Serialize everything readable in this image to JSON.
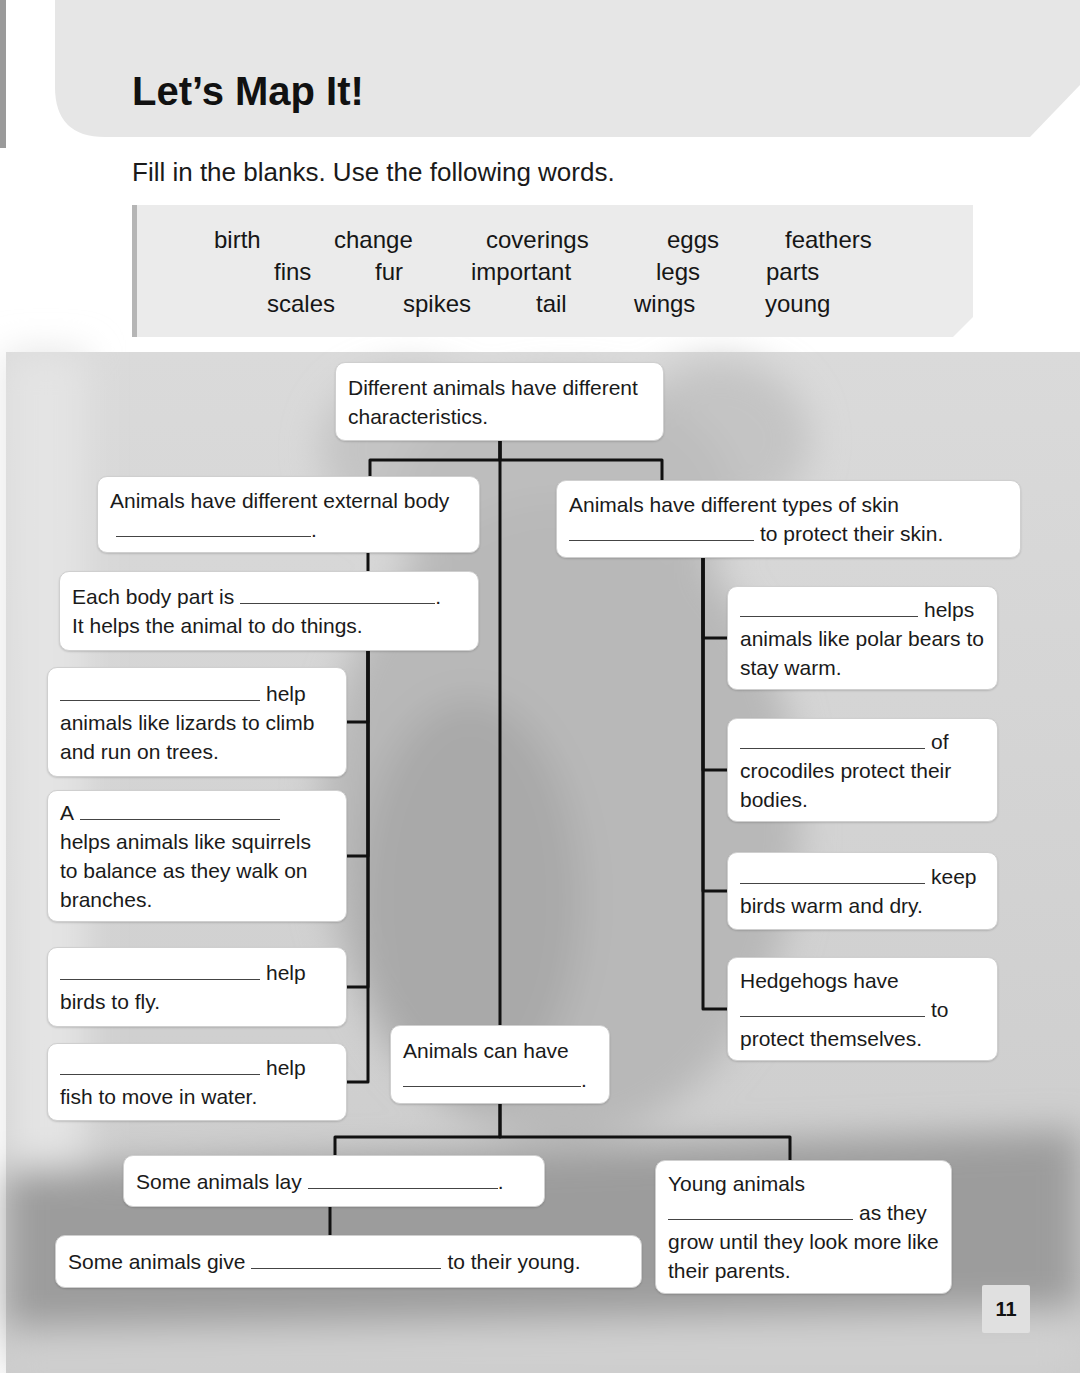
{
  "diagram": {
    "title": "Let’s Map It!",
    "nodes": [
      {
        "text": [
          "birth",
          "change",
          "coverings",
          "eggs",
          "feathers",
          "fins",
          "fur",
          "important",
          "legs",
          "parts",
          "scales",
          "spikes",
          "tail",
          "wings",
          "young"
        ]
      },
      {
        "text": [
          "Different animals have different characteristics."
        ]
      },
      {
        "text": [
          "Animals have different external body",
          "."
        ]
      },
      {
        "text": [
          "Animals have different types of skin",
          "to protect their skin."
        ]
      },
      {
        "text": [
          "Each body part is",
          ".",
          "It helps the animal to do things."
        ]
      },
      {
        "text": [
          "helps animals like polar bears to stay warm."
        ]
      },
      {
        "text": [
          "help animals like lizards to climb and run on trees."
        ]
      },
      {
        "text": [
          "of crocodiles protect their bodies."
        ]
      },
      {
        "text": [
          "A",
          "helps animals like squirrels to balance as they walk on branches."
        ]
      },
      {
        "text": [
          "keep birds warm and dry."
        ]
      },
      {
        "text": [
          "help birds to fly."
        ]
      },
      {
        "text": [
          "Hedgehogs have",
          "to protect themselves."
        ]
      },
      {
        "text": [
          "Animals can have",
          "."
        ]
      },
      {
        "text": [
          "help fish to move in water."
        ]
      },
      {
        "text": [
          "Some animals lay",
          "."
        ]
      },
      {
        "text": [
          "Young animals",
          "as they grow until they look more like their parents."
        ]
      },
      {
        "text": [
          "Some animals give",
          "to their young."
        ]
      },
      {
        "text": [
          "11"
        ]
      }
    ],
    "edges": [
      {
        "from": 1,
        "to": 2,
        "arrow": "none"
      },
      {
        "from": 1,
        "to": 3,
        "arrow": "none"
      },
      {
        "from": 1,
        "to": 12,
        "arrow": "none"
      },
      {
        "from": 2,
        "to": 4,
        "arrow": "none"
      },
      {
        "from": 4,
        "to": 6,
        "arrow": "none"
      },
      {
        "from": 4,
        "to": 8,
        "arrow": "none"
      },
      {
        "from": 4,
        "to": 10,
        "arrow": "none"
      },
      {
        "from": 4,
        "to": 13,
        "arrow": "none"
      },
      {
        "from": 3,
        "to": 5,
        "arrow": "none"
      },
      {
        "from": 3,
        "to": 7,
        "arrow": "none"
      },
      {
        "from": 3,
        "to": 9,
        "arrow": "none"
      },
      {
        "from": 3,
        "to": 11,
        "arrow": "none"
      },
      {
        "from": 12,
        "to": 14,
        "arrow": "none"
      },
      {
        "from": 12,
        "to": 15,
        "arrow": "none"
      },
      {
        "from": 14,
        "to": 16,
        "arrow": "none"
      }
    ],
    "labels": [
      "Fill in the blanks. Use the following words."
    ]
  }
}
